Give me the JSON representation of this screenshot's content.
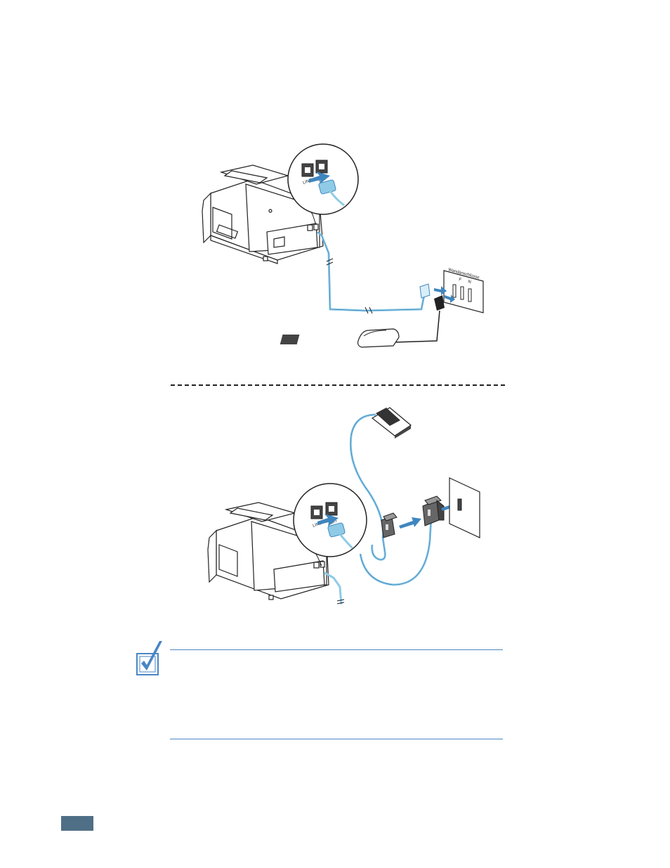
{
  "figure_top": {
    "jack_labels": {
      "line": "LINE",
      "ext": "EXT"
    },
    "wall_socket_labels": {
      "brand": "Wandanschlüsse",
      "f": "F",
      "n": "N"
    }
  },
  "figure_bottom": {
    "jack_labels": {
      "line": "LINE",
      "ext": "EXT"
    }
  },
  "note": {
    "icon": "checkmark-note-icon",
    "rule_color": "#4a86c5"
  },
  "page_tab": {
    "color": "#4f6f86"
  },
  "colors": {
    "cable": "#8fcbe6",
    "arrow": "#3f86bf",
    "accent_blue": "#4a86c5"
  }
}
